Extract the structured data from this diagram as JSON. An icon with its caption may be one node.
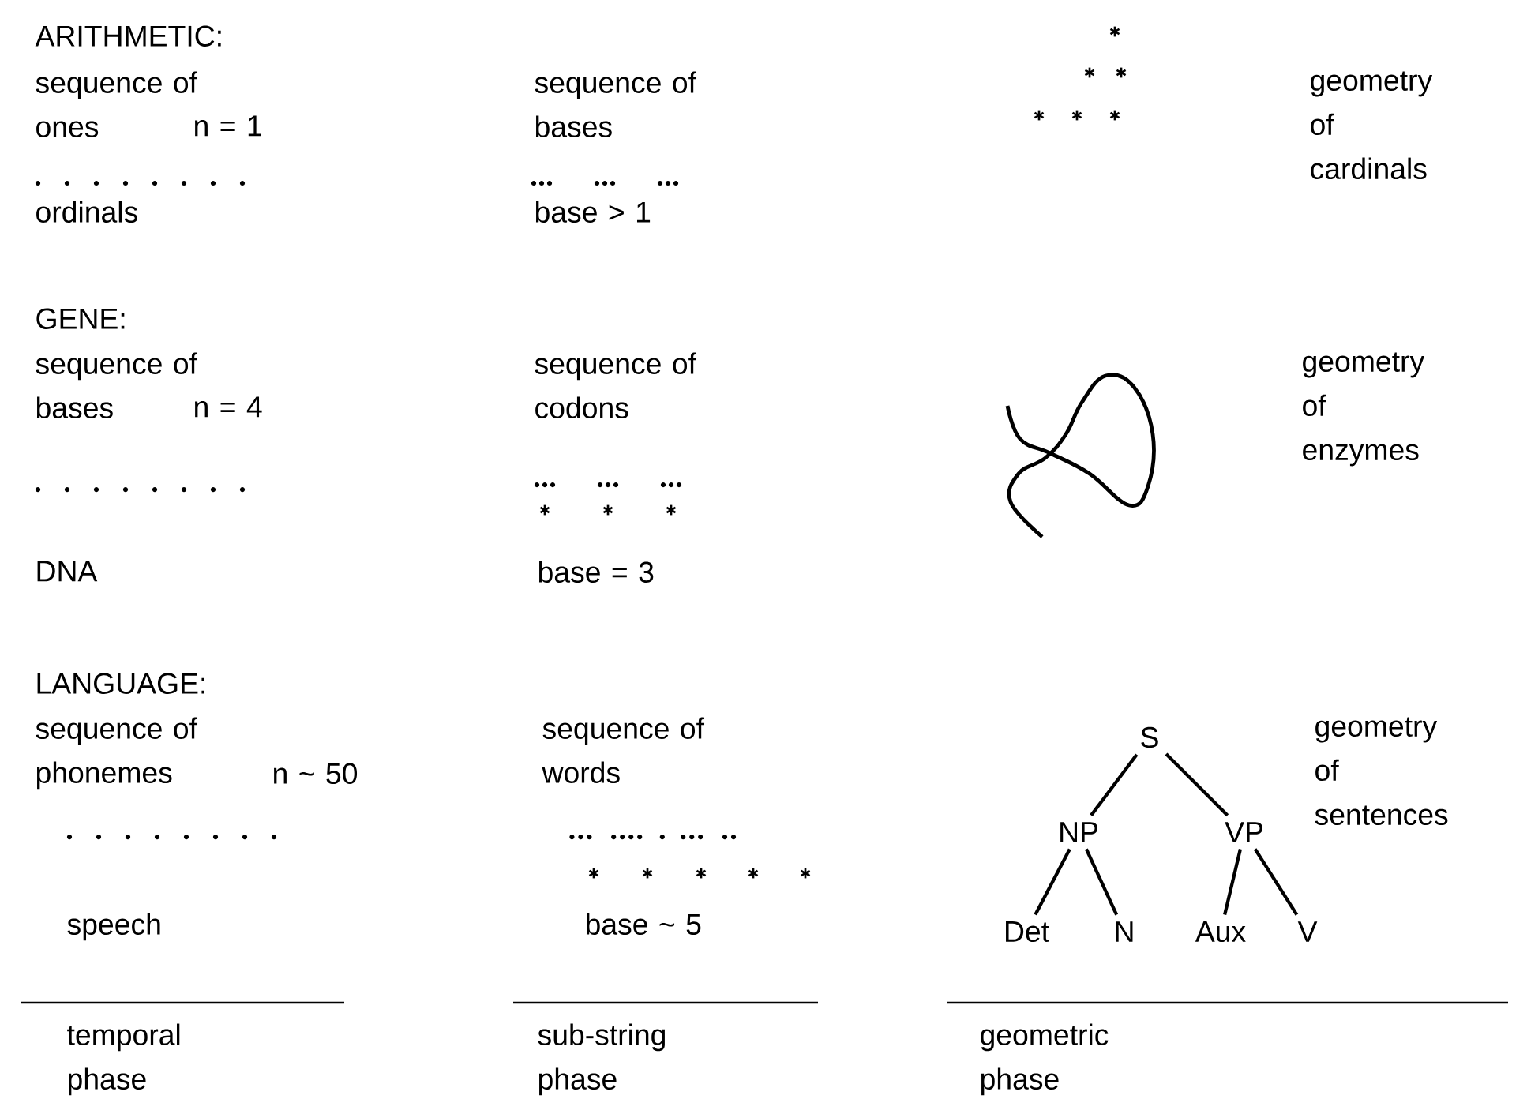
{
  "diagram": {
    "nodes": [
      {
        "text": [
          "S"
        ]
      },
      {
        "text": [
          "NP"
        ]
      },
      {
        "text": [
          "VP"
        ]
      },
      {
        "text": [
          "Det"
        ]
      },
      {
        "text": [
          "N"
        ]
      },
      {
        "text": [
          "Aux"
        ]
      },
      {
        "text": [
          "V"
        ]
      }
    ],
    "edges": [
      {
        "from": 0,
        "to": 1,
        "arrow": "none"
      },
      {
        "from": 0,
        "to": 2,
        "arrow": "none"
      },
      {
        "from": 1,
        "to": 3,
        "arrow": "none"
      },
      {
        "from": 1,
        "to": 4,
        "arrow": "none"
      },
      {
        "from": 2,
        "to": 5,
        "arrow": "none"
      },
      {
        "from": 2,
        "to": 6,
        "arrow": "none"
      }
    ],
    "labels": [
      "ARITHMETIC:",
      "sequence of ones",
      "n = 1",
      "sequence of bases",
      "geometry of cardinals",
      "ordinals",
      "base > 1",
      "GENE:",
      "sequence of bases",
      "n = 4",
      "sequence of codons",
      "geometry of enzymes",
      "DNA",
      "base = 3",
      "LANGUAGE:",
      "sequence of phonemes",
      "n ~ 50",
      "sequence of words",
      "geometry of sentences",
      "speech",
      "base ~ 5",
      "temporal phase",
      "sub-string phase",
      "geometric phase"
    ]
  }
}
